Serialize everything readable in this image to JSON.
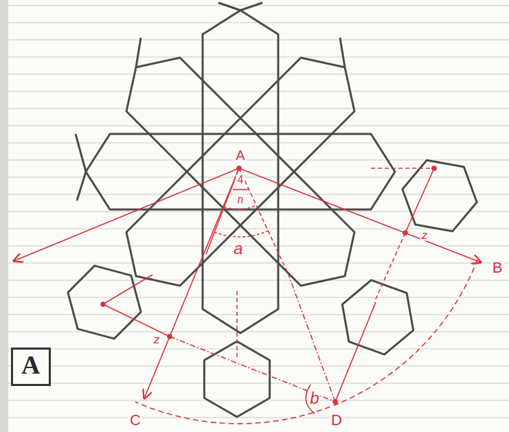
{
  "diagram": {
    "nodes": [
      {
        "text": [
          "A"
        ]
      }
    ],
    "labels": [
      "A",
      "4",
      "n",
      "a",
      "z",
      "B",
      "b",
      "z",
      "C",
      "D"
    ]
  }
}
